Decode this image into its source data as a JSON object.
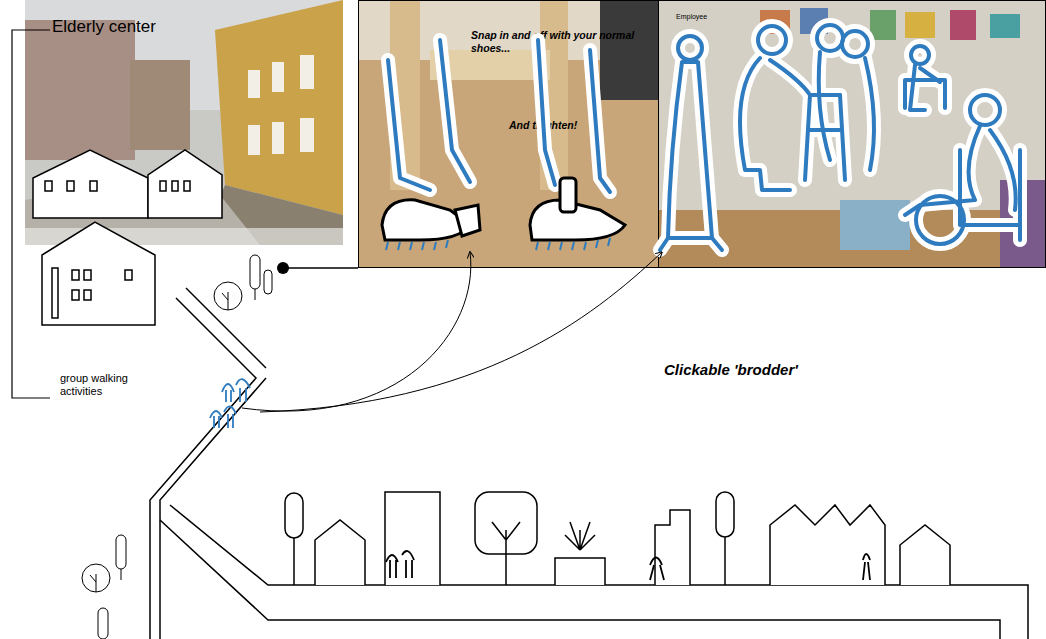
{
  "diagram": {
    "nodes": [
      {
        "text": [
          "Elderly center"
        ]
      },
      {
        "text": [
          "Snap in and off with your normal shoes...",
          "And thighten!"
        ]
      },
      {
        "text": [
          "Employee"
        ]
      }
    ],
    "labels": [
      "group walking activities",
      "Clickable 'brodder'"
    ]
  }
}
